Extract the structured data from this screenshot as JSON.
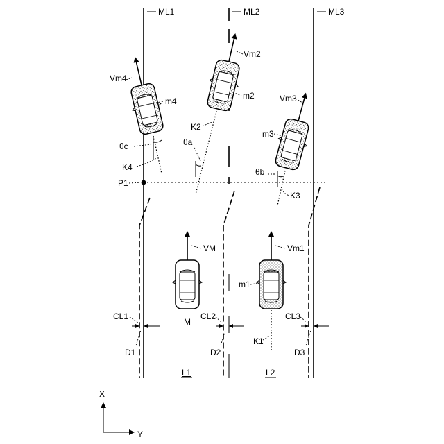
{
  "lane_lines": {
    "ml1": "ML1",
    "ml2": "ML2",
    "ml3": "ML3"
  },
  "point_label": "P1",
  "vehicles": {
    "own": {
      "label": "M",
      "velocity": "VM"
    },
    "m1": {
      "label": "m1",
      "velocity": "Vm1",
      "trajectory": "K1"
    },
    "m2": {
      "label": "m2",
      "velocity": "Vm2",
      "trajectory": "K2"
    },
    "m3": {
      "label": "m3",
      "velocity": "Vm3",
      "trajectory": "K3"
    },
    "m4": {
      "label": "m4",
      "velocity": "Vm4",
      "trajectory": "K4"
    }
  },
  "angles": {
    "a": "θa",
    "b": "θb",
    "c": "θc"
  },
  "center_lines": {
    "cl1": "CL1",
    "cl2": "CL2",
    "cl3": "CL3"
  },
  "offsets": {
    "d1": "D1",
    "d2": "D2",
    "d3": "D3"
  },
  "lanes": {
    "l1": "L1",
    "l2": "L2"
  },
  "axes": {
    "x": "X",
    "y": "Y"
  }
}
